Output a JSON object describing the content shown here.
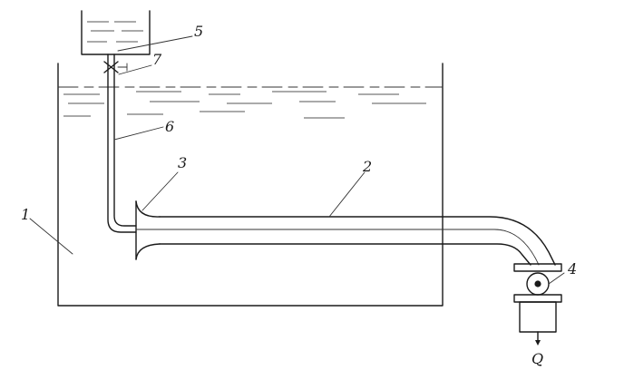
{
  "diagram": {
    "labels": {
      "l1": "1",
      "l2": "2",
      "l3": "3",
      "l4": "4",
      "l5": "5",
      "l6": "6",
      "l7": "7",
      "flow": "Q"
    }
  }
}
